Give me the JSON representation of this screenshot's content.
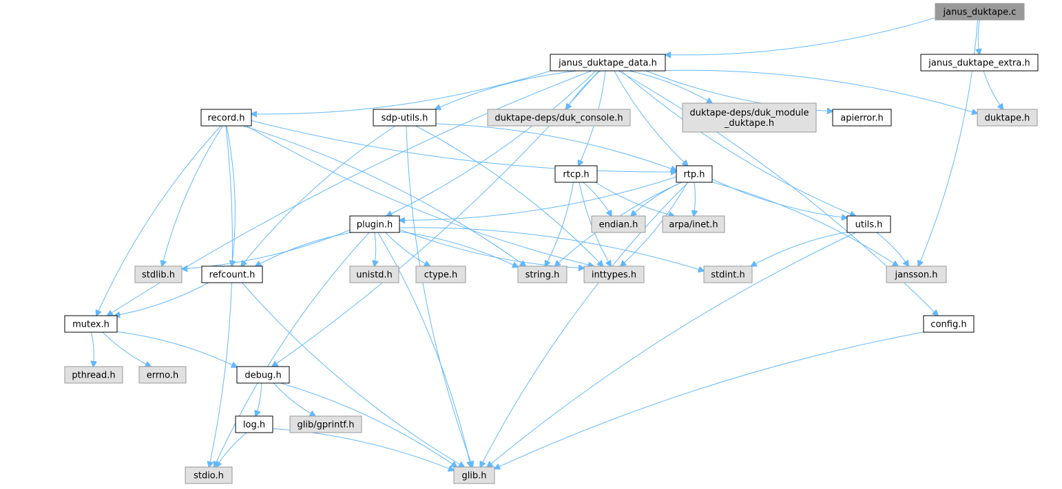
{
  "colors": {
    "root_fill": "#999999",
    "local_fill": "#ffffff",
    "system_fill": "#e0e0e0",
    "node_stroke": "#000000",
    "system_stroke": "#999999",
    "edge": "#63b8ff"
  },
  "nodes": [
    {
      "id": "janus_duktape_c",
      "label": "janus_duktape.c",
      "kind": "root"
    },
    {
      "id": "janus_duktape_data_h",
      "label": "janus_duktape_data.h",
      "kind": "local"
    },
    {
      "id": "janus_duktape_extra_h",
      "label": "janus_duktape_extra.h",
      "kind": "local"
    },
    {
      "id": "record_h",
      "label": "record.h",
      "kind": "local"
    },
    {
      "id": "sdp_utils_h",
      "label": "sdp-utils.h",
      "kind": "local"
    },
    {
      "id": "duk_console_h",
      "label": "duktape-deps/duk_console.h",
      "kind": "system"
    },
    {
      "id": "duk_module_h",
      "label": "duktape-deps/duk_module\n_duktape.h",
      "kind": "system"
    },
    {
      "id": "apierror_h",
      "label": "apierror.h",
      "kind": "local"
    },
    {
      "id": "duktape_h",
      "label": "duktape.h",
      "kind": "system"
    },
    {
      "id": "rtcp_h",
      "label": "rtcp.h",
      "kind": "local"
    },
    {
      "id": "rtp_h",
      "label": "rtp.h",
      "kind": "local"
    },
    {
      "id": "plugin_h",
      "label": "plugin.h",
      "kind": "local"
    },
    {
      "id": "endian_h",
      "label": "endian.h",
      "kind": "system"
    },
    {
      "id": "arpa_inet_h",
      "label": "arpa/inet.h",
      "kind": "system"
    },
    {
      "id": "utils_h",
      "label": "utils.h",
      "kind": "local"
    },
    {
      "id": "stdlib_h",
      "label": "stdlib.h",
      "kind": "system"
    },
    {
      "id": "refcount_h",
      "label": "refcount.h",
      "kind": "local"
    },
    {
      "id": "unistd_h",
      "label": "unistd.h",
      "kind": "system"
    },
    {
      "id": "ctype_h",
      "label": "ctype.h",
      "kind": "system"
    },
    {
      "id": "string_h",
      "label": "string.h",
      "kind": "system"
    },
    {
      "id": "inttypes_h",
      "label": "inttypes.h",
      "kind": "system"
    },
    {
      "id": "stdint_h",
      "label": "stdint.h",
      "kind": "system"
    },
    {
      "id": "jansson_h",
      "label": "jansson.h",
      "kind": "system"
    },
    {
      "id": "mutex_h",
      "label": "mutex.h",
      "kind": "local"
    },
    {
      "id": "config_h",
      "label": "config.h",
      "kind": "local"
    },
    {
      "id": "pthread_h",
      "label": "pthread.h",
      "kind": "system"
    },
    {
      "id": "errno_h",
      "label": "errno.h",
      "kind": "system"
    },
    {
      "id": "debug_h",
      "label": "debug.h",
      "kind": "local"
    },
    {
      "id": "log_h",
      "label": "log.h",
      "kind": "local"
    },
    {
      "id": "glib_gprintf_h",
      "label": "glib/gprintf.h",
      "kind": "system"
    },
    {
      "id": "stdio_h",
      "label": "stdio.h",
      "kind": "system"
    },
    {
      "id": "glib_h",
      "label": "glib.h",
      "kind": "system"
    }
  ],
  "edges": [
    {
      "from": "janus_duktape_c",
      "to": "janus_duktape_data_h"
    },
    {
      "from": "janus_duktape_c",
      "to": "janus_duktape_extra_h"
    },
    {
      "from": "janus_duktape_c",
      "to": "jansson_h"
    },
    {
      "from": "janus_duktape_extra_h",
      "to": "duktape_h"
    },
    {
      "from": "janus_duktape_data_h",
      "to": "duktape_h"
    },
    {
      "from": "janus_duktape_data_h",
      "to": "duk_console_h"
    },
    {
      "from": "janus_duktape_data_h",
      "to": "duk_module_h"
    },
    {
      "from": "janus_duktape_data_h",
      "to": "apierror_h"
    },
    {
      "from": "janus_duktape_data_h",
      "to": "record_h"
    },
    {
      "from": "janus_duktape_data_h",
      "to": "sdp_utils_h"
    },
    {
      "from": "janus_duktape_data_h",
      "to": "rtcp_h"
    },
    {
      "from": "janus_duktape_data_h",
      "to": "rtp_h"
    },
    {
      "from": "janus_duktape_data_h",
      "to": "plugin_h"
    },
    {
      "from": "janus_duktape_data_h",
      "to": "utils_h"
    },
    {
      "from": "janus_duktape_data_h",
      "to": "config_h"
    },
    {
      "from": "janus_duktape_data_h",
      "to": "mutex_h"
    },
    {
      "from": "janus_duktape_data_h",
      "to": "debug_h"
    },
    {
      "from": "record_h",
      "to": "rtp_h"
    },
    {
      "from": "record_h",
      "to": "stdio_h"
    },
    {
      "from": "record_h",
      "to": "stdlib_h"
    },
    {
      "from": "record_h",
      "to": "refcount_h"
    },
    {
      "from": "record_h",
      "to": "mutex_h"
    },
    {
      "from": "record_h",
      "to": "string_h"
    },
    {
      "from": "record_h",
      "to": "inttypes_h"
    },
    {
      "from": "sdp_utils_h",
      "to": "rtp_h"
    },
    {
      "from": "sdp_utils_h",
      "to": "refcount_h"
    },
    {
      "from": "sdp_utils_h",
      "to": "inttypes_h"
    },
    {
      "from": "sdp_utils_h",
      "to": "glib_h"
    },
    {
      "from": "rtcp_h",
      "to": "endian_h"
    },
    {
      "from": "rtcp_h",
      "to": "arpa_inet_h"
    },
    {
      "from": "rtcp_h",
      "to": "string_h"
    },
    {
      "from": "rtcp_h",
      "to": "inttypes_h"
    },
    {
      "from": "rtp_h",
      "to": "plugin_h"
    },
    {
      "from": "rtp_h",
      "to": "endian_h"
    },
    {
      "from": "rtp_h",
      "to": "arpa_inet_h"
    },
    {
      "from": "rtp_h",
      "to": "utils_h"
    },
    {
      "from": "rtp_h",
      "to": "jansson_h"
    },
    {
      "from": "rtp_h",
      "to": "string_h"
    },
    {
      "from": "rtp_h",
      "to": "inttypes_h"
    },
    {
      "from": "rtp_h",
      "to": "glib_h"
    },
    {
      "from": "plugin_h",
      "to": "stdlib_h"
    },
    {
      "from": "plugin_h",
      "to": "refcount_h"
    },
    {
      "from": "plugin_h",
      "to": "unistd_h"
    },
    {
      "from": "plugin_h",
      "to": "ctype_h"
    },
    {
      "from": "plugin_h",
      "to": "string_h"
    },
    {
      "from": "plugin_h",
      "to": "inttypes_h"
    },
    {
      "from": "plugin_h",
      "to": "stdint_h"
    },
    {
      "from": "plugin_h",
      "to": "stdio_h"
    },
    {
      "from": "plugin_h",
      "to": "glib_h"
    },
    {
      "from": "utils_h",
      "to": "stdint_h"
    },
    {
      "from": "utils_h",
      "to": "jansson_h"
    },
    {
      "from": "utils_h",
      "to": "glib_h"
    },
    {
      "from": "refcount_h",
      "to": "mutex_h"
    },
    {
      "from": "refcount_h",
      "to": "glib_h"
    },
    {
      "from": "mutex_h",
      "to": "pthread_h"
    },
    {
      "from": "mutex_h",
      "to": "errno_h"
    },
    {
      "from": "mutex_h",
      "to": "debug_h"
    },
    {
      "from": "config_h",
      "to": "glib_h"
    },
    {
      "from": "debug_h",
      "to": "log_h"
    },
    {
      "from": "debug_h",
      "to": "glib_gprintf_h"
    },
    {
      "from": "debug_h",
      "to": "glib_h"
    },
    {
      "from": "log_h",
      "to": "stdio_h"
    },
    {
      "from": "log_h",
      "to": "glib_h"
    }
  ]
}
